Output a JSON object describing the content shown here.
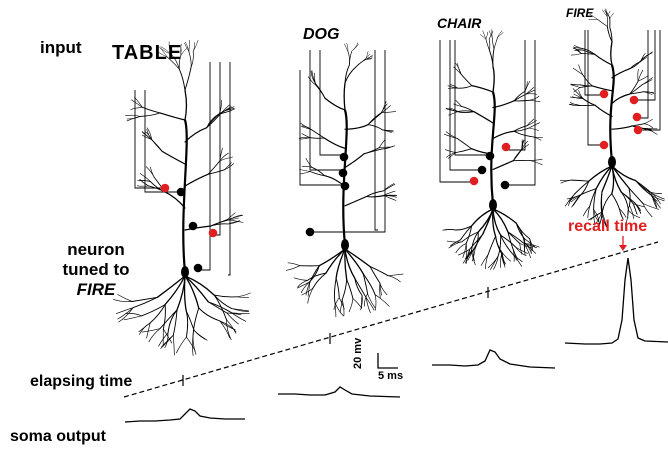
{
  "labels": {
    "input": "input",
    "neuron_line1": "neuron",
    "neuron_line2": "tuned to",
    "neuron_line3": "FIRE",
    "elapsing_time": "elapsing time",
    "soma_output": "soma output",
    "recall_time": "recall time",
    "scale_mv": "20 mv",
    "scale_ms": "5 ms"
  },
  "input_words": [
    "TABLE",
    "DOG",
    "CHAIR",
    "FIRE"
  ],
  "colors": {
    "ink": "#000000",
    "red_synapse": "#e02020",
    "recall_text": "#e02020"
  }
}
